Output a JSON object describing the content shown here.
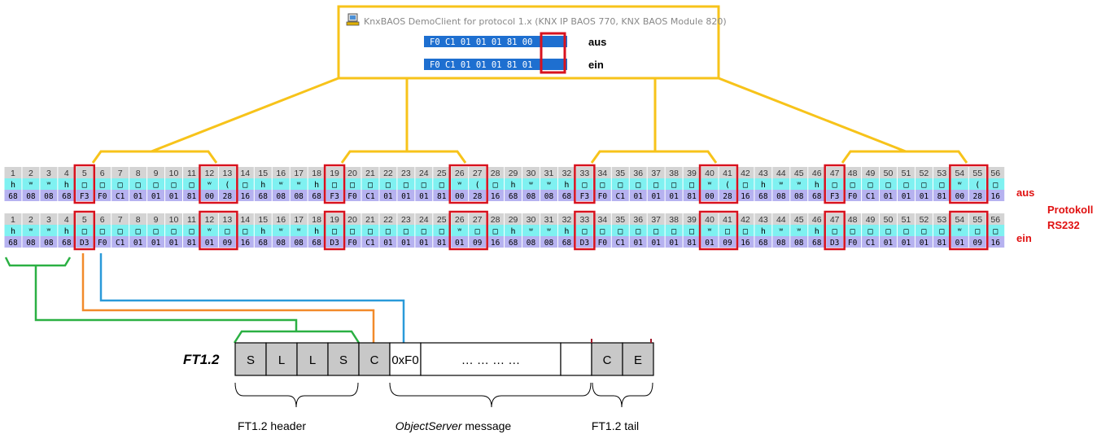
{
  "window": {
    "title": "KnxBAOS DemoClient for protocol 1.x (KNX IP BAOS 770, KNX BAOS Module 820)",
    "rows": [
      {
        "bytes": "F0  C1  01  01  01  81  00",
        "label": "aus"
      },
      {
        "bytes": "F0  C1  01  01  01  81  01",
        "label": "ein"
      }
    ]
  },
  "dumps": [
    {
      "label": "aus",
      "chars": [
        "h",
        "ʷ",
        "ʷ",
        "h",
        "□",
        "□",
        "□",
        "□",
        "□",
        "□",
        "□",
        "ʷ",
        "(",
        "□",
        "h",
        "ʷ",
        "ʷ",
        "h",
        "□",
        "□",
        "□",
        "□",
        "□",
        "□",
        "□",
        "ʷ",
        "(",
        "□",
        "h",
        "ʷ",
        "ʷ",
        "h",
        "□",
        "□",
        "□",
        "□",
        "□",
        "□",
        "□",
        "ʷ",
        "(",
        "□",
        "h",
        "ʷ",
        "ʷ",
        "h",
        "□",
        "□",
        "□",
        "□",
        "□",
        "□",
        "□",
        "ʷ",
        "(",
        "□"
      ],
      "hex": [
        "68",
        "08",
        "08",
        "68",
        "F3",
        "F0",
        "C1",
        "01",
        "01",
        "01",
        "81",
        "00",
        "28",
        "16",
        "68",
        "08",
        "08",
        "68",
        "F3",
        "F0",
        "C1",
        "01",
        "01",
        "01",
        "81",
        "00",
        "28",
        "16",
        "68",
        "08",
        "08",
        "68",
        "F3",
        "F0",
        "C1",
        "01",
        "01",
        "01",
        "81",
        "00",
        "28",
        "16",
        "68",
        "08",
        "08",
        "68",
        "F3",
        "F0",
        "C1",
        "01",
        "01",
        "01",
        "81",
        "00",
        "28",
        "16"
      ]
    },
    {
      "label": "ein",
      "chars": [
        "h",
        "ʷ",
        "ʷ",
        "h",
        "□",
        "□",
        "□",
        "□",
        "□",
        "□",
        "□",
        "ʷ",
        "□",
        "□",
        "h",
        "ʷ",
        "ʷ",
        "h",
        "□",
        "□",
        "□",
        "□",
        "□",
        "□",
        "□",
        "ʷ",
        "□",
        "□",
        "h",
        "ʷ",
        "ʷ",
        "h",
        "□",
        "□",
        "□",
        "□",
        "□",
        "□",
        "□",
        "ʷ",
        "□",
        "□",
        "h",
        "ʷ",
        "ʷ",
        "h",
        "□",
        "□",
        "□",
        "□",
        "□",
        "□",
        "□",
        "ʷ",
        "□",
        "□"
      ],
      "hex": [
        "68",
        "08",
        "08",
        "68",
        "D3",
        "F0",
        "C1",
        "01",
        "01",
        "01",
        "81",
        "01",
        "09",
        "16",
        "68",
        "08",
        "08",
        "68",
        "D3",
        "F0",
        "C1",
        "01",
        "01",
        "01",
        "81",
        "01",
        "09",
        "16",
        "68",
        "08",
        "08",
        "68",
        "D3",
        "F0",
        "C1",
        "01",
        "01",
        "01",
        "81",
        "01",
        "09",
        "16",
        "68",
        "08",
        "08",
        "68",
        "D3",
        "F0",
        "C1",
        "01",
        "01",
        "01",
        "81",
        "01",
        "09",
        "16"
      ]
    }
  ],
  "byte_count": 56,
  "side_label": [
    "Protokoll",
    "RS232"
  ],
  "ft12": {
    "title": "FT1.2",
    "cells": [
      "S",
      "L",
      "L",
      "S",
      "C",
      "0xF0",
      "…   …   …   …",
      "",
      "C",
      "E"
    ],
    "captions": {
      "header": "FT1.2 header",
      "message_italic": "ObjectServer",
      "message_rest": " message",
      "tail": "FT1.2 tail"
    }
  },
  "colors": {
    "frame": "#f7c31a",
    "highlight": "#d8121e",
    "bar": "#1e6fd0",
    "index_bg": "#d4d4d4",
    "char_bg": "#7ff1f1",
    "hex_bg": "#b6b2f0",
    "green": "#2bb043",
    "orange": "#f28a2a",
    "blue": "#2a9ad9",
    "cell_grey": "#c8c8c8"
  }
}
